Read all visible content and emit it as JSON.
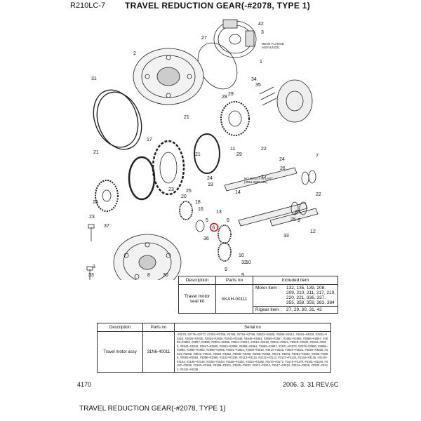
{
  "header": {
    "model": "R210LC-7",
    "title": "TRAVEL REDUCTION GEAR(-#2078, TYPE 1)"
  },
  "diagram": {
    "callouts": [
      "42",
      "27",
      "3",
      "REAR FLANGE",
      "ASSY(4102)",
      "2",
      "1",
      "34",
      "35",
      "29",
      "31",
      "28",
      "21",
      "11",
      "17",
      "22",
      "21",
      "21",
      "29",
      "24",
      "26",
      "24",
      "19",
      "23",
      "25",
      "22",
      "7",
      "20",
      "18",
      "23",
      "25",
      "22",
      "15",
      "37",
      "16",
      "13",
      "14",
      "5",
      "6",
      "12",
      "9",
      "23",
      "33",
      "9",
      "10",
      "36",
      "32",
      "8",
      "30",
      "33",
      "9",
      "10",
      "3"
    ],
    "highlight_label": "6",
    "note": [
      "NO CHG IT IS LAST",
      "(4061.2808.125)"
    ]
  },
  "kit_table": {
    "headers": [
      "Description",
      "Parts no",
      "Included item"
    ],
    "rows": [
      {
        "description": "Travel motor seal kit",
        "parts_no": "XKAH-00111",
        "items": [
          {
            "label": "Motor item :",
            "value": "132, 135, 139, 208, 209, 210, 211, 217, 219, 220, 221, 336, 337, 355, 358, 359, 383, 384"
          },
          {
            "label": "R/gear item :",
            "value": "27, 29, 30, 31, 43"
          }
        ]
      }
    ]
  },
  "serial_table": {
    "headers": [
      "Description",
      "Parts no",
      "Serial no"
    ],
    "rows": [
      {
        "description": "Travel motor assy",
        "parts_no": "31N6-40011",
        "serials": "-#2078, #2775~#2777, #2784~#2786, #2788, #2794~#2799, #2803~#2805, #2809~#2812, #2816~#2818, #2822~#2824, #2826~#2830, #2834~#2835, #2843~#2845, #2849~#2851, #2855~#2857, #2862~#2864, #2866~#2867, #2889~#2893, #2897~#2899, #2904~#2906, #2910~#2912, #2916~#2918, #2922~#2924, #2928~#2930, #2934~#2936, #2940~#2942, #2947~#2948, #2953~#2955, #2959~#2961, #2965~#2967, #2971~#2974, #2978~#2980, #2985~#2986, #2990~#2992, #2996~#2998, #3001~#3004, #3008~#3010, #3014~#3016, #3020~#3022, #3026~#3029, #3034~#3036, #3042~#3044, #3050~#3052, #3058~#3060, #3066~#3068, #3074~#3076, #3081~#3082, #3085~#3088, #3093~#3094, #3096~#3098, #3104~#3106, #3113~#3115, #3121~#3123, #3127~#3130, #3134~#3135, #3140~#3142, #3146~#3148, #3152~#3154, #3158~#3160, #3164~#3166, #3170~#3172, #3176~#3178, #3181~#3184, #3187~#3190, #3193~#3196, #3199~#3201, #3205~#3207, #3211~#3213, #3217~#3219, #3224~#3226, #3230~#3232, #3234~#3236"
      }
    ]
  },
  "footer": {
    "page": "4170",
    "date_rev": "2006. 3. 31  REV.6C"
  },
  "caption": "TRAVEL REDUCTION GEAR(-#2078, TYPE 1)"
}
